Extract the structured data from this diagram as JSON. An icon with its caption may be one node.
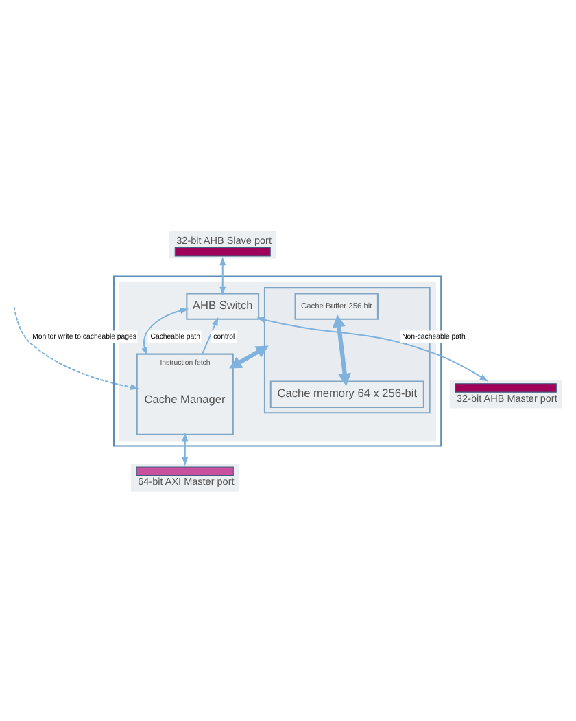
{
  "diagram": {
    "nodes": [
      {
        "text": [],
        "shape": "box"
      },
      {
        "text": [
          "32-bit AHB Slave port"
        ]
      },
      {
        "text": [],
        "shape": "box",
        "in": 0
      },
      {
        "text": [
          "AHB Switch"
        ],
        "in": 2
      },
      {
        "text": [
          "Instruction fetch",
          "Cache Manager"
        ],
        "in": 2
      },
      {
        "text": [],
        "shape": "box",
        "in": 2
      },
      {
        "text": [
          "Cache Buffer 256 bit"
        ],
        "in": 5
      },
      {
        "text": [
          "Cache memory 64 x 256-bit"
        ],
        "in": 5
      },
      {
        "text": [
          "32-bit AHB Master port"
        ]
      },
      {
        "text": [
          "64-bit AXI Master port"
        ]
      }
    ],
    "edges": [
      {
        "from": 1,
        "to": 3,
        "arrow": "both"
      },
      {
        "from": 8,
        "to": 3,
        "arrow": "both",
        "label": "Non-cacheable path"
      },
      {
        "from": 3,
        "to": 4,
        "arrow": "both",
        "label": "Cacheable path"
      },
      {
        "from": 4,
        "to": 3,
        "arrow": "to",
        "label": "control"
      },
      {
        "from": null,
        "to": 4,
        "arrow": "to",
        "label": "Monitor write to cacheable pages",
        "style": "dashed"
      },
      {
        "from": 6,
        "to": 7,
        "arrow": "both",
        "style": "thick"
      },
      {
        "from": 5,
        "to": 4,
        "arrow": "both",
        "style": "thick"
      },
      {
        "from": 4,
        "to": 9,
        "arrow": "both"
      }
    ]
  }
}
